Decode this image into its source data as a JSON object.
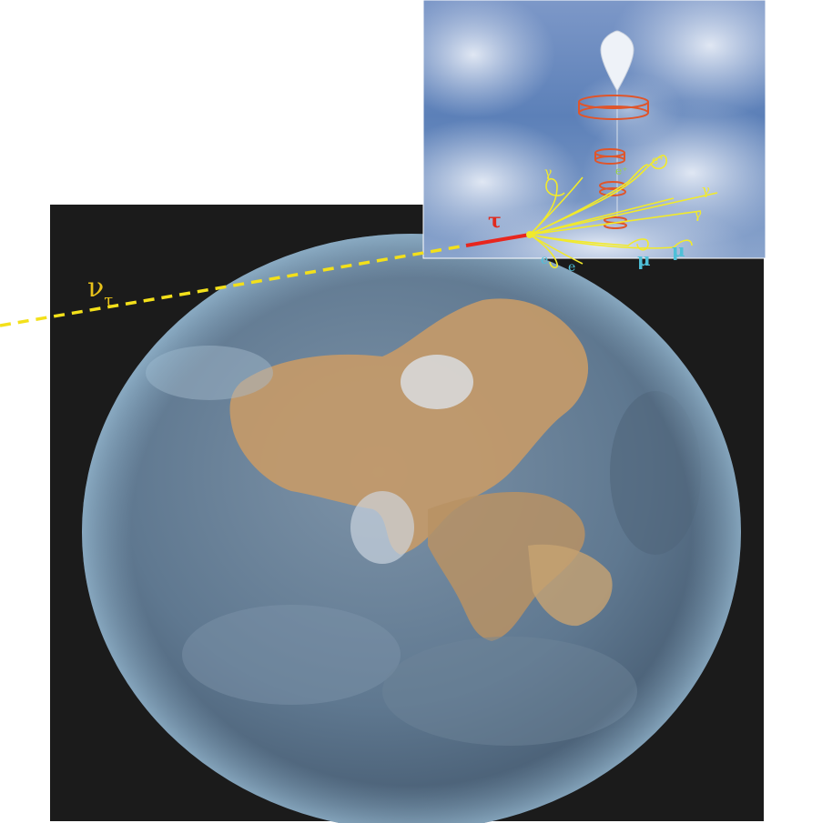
{
  "labels": {
    "nu": "ν",
    "nu_sub": "τ",
    "tau": "τ",
    "gamma_1": "γ",
    "gamma_2": "γ",
    "gamma_3": "γ",
    "e_plus_1": "e⁺",
    "e_plus_2": "e⁺",
    "e_minus_1": "e",
    "e_minus_2": "e",
    "mu_1": "μ",
    "mu_2": "μ"
  },
  "colors": {
    "neutrino_track": "#f3e01a",
    "tau_track": "#e8261e",
    "shower": "#f2ea2a",
    "detector": "#e0552a",
    "electron": "#4ec0d8",
    "positron": "#9ad24a",
    "space": "#1b1b1b",
    "sky": "#6f8fc0",
    "land": "#c79a67",
    "ocean": "#4f6b86"
  },
  "icons": [
    "earth-image",
    "balloon-icon",
    "detector-ring-icon"
  ]
}
